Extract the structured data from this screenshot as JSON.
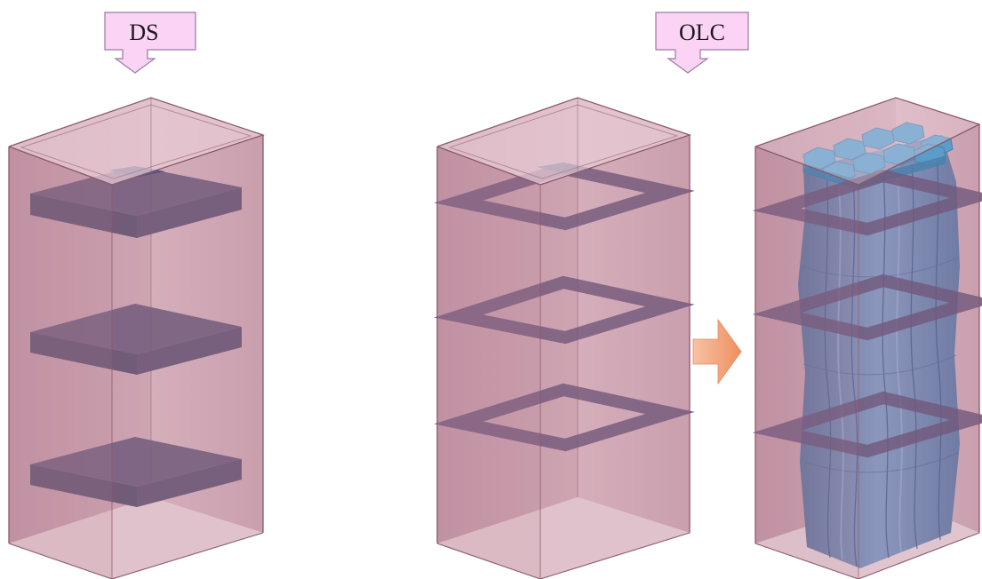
{
  "labels": {
    "left": "DS",
    "right": "OLC"
  },
  "colors": {
    "box_face": "#c99aa9",
    "box_face_dark": "#a9758a",
    "box_top": "#e4c6d0",
    "box_edge": "#8a5a6c",
    "plate": "#5e4f73",
    "plate_edge": "#46395a",
    "ring": "#6a4f74",
    "column_side": "#6b87b3",
    "column_top": "#3f9ed3",
    "callout_fill": "#fbd3f5",
    "callout_edge": "#9a7aa0",
    "arrow": "#f2a37a"
  },
  "panels": [
    {
      "id": "ds-box",
      "content": "solid-plates",
      "plate_count": 3
    },
    {
      "id": "olc-box",
      "content": "ring-frames",
      "ring_count": 3
    },
    {
      "id": "olc-filled-box",
      "content": "rings-with-columns",
      "ring_count": 3,
      "column_grid": "3x3"
    }
  ]
}
